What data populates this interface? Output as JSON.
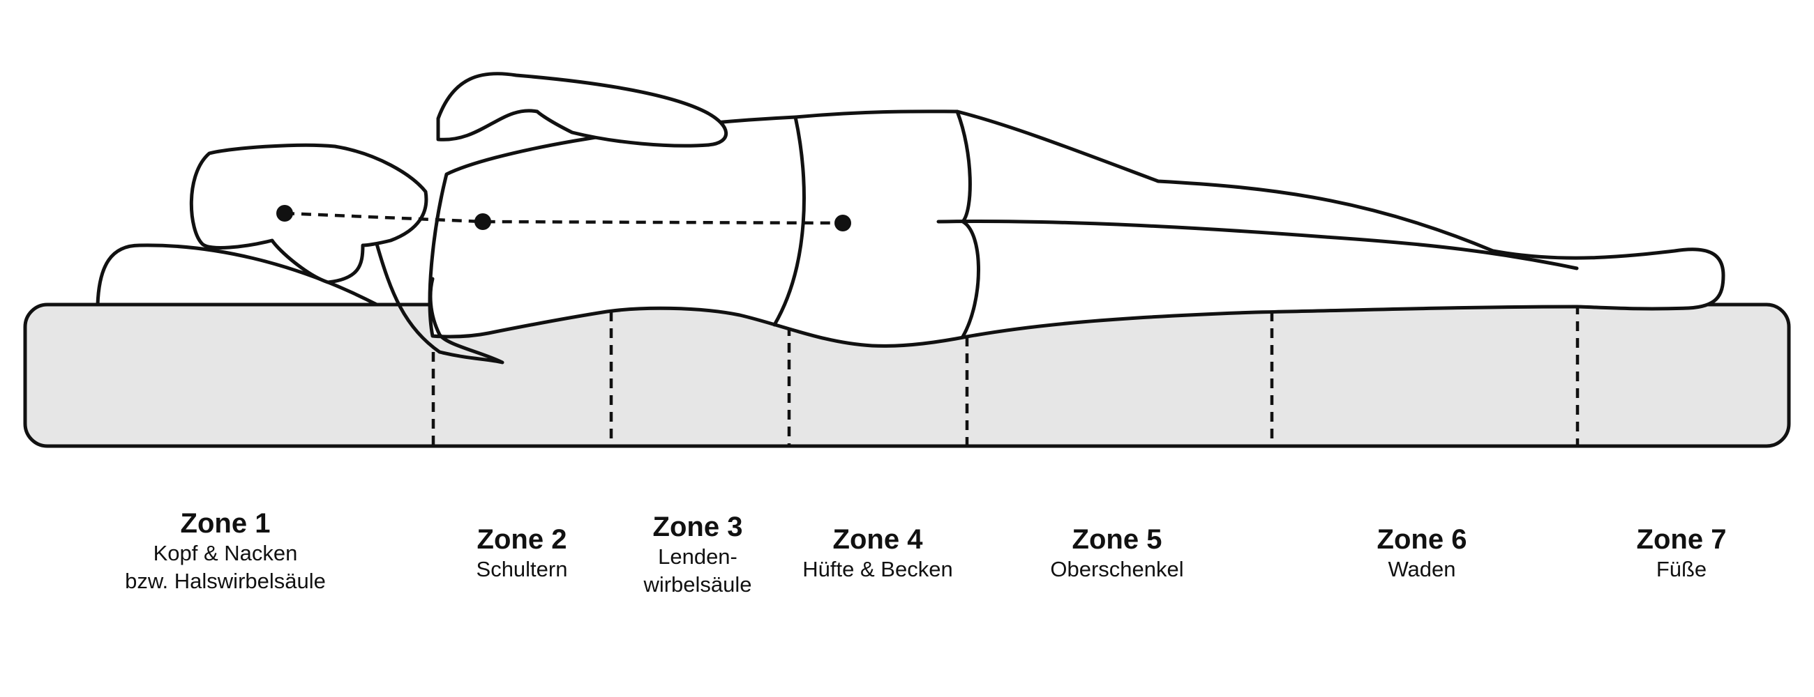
{
  "colors": {
    "mattress_fill": "#e6e6e6",
    "outline": "#111111",
    "background": "#ffffff"
  },
  "zones": [
    {
      "title": "Zone 1",
      "lines": [
        "Kopf & Nacken",
        "bzw. Halswirbelsäule"
      ]
    },
    {
      "title": "Zone 2",
      "lines": [
        "Schultern"
      ]
    },
    {
      "title": "Zone 3",
      "lines": [
        "Lenden-",
        "wirbelsäule"
      ]
    },
    {
      "title": "Zone 4",
      "lines": [
        "Hüfte & Becken"
      ]
    },
    {
      "title": "Zone 5",
      "lines": [
        "Oberschenkel"
      ]
    },
    {
      "title": "Zone 6",
      "lines": [
        "Waden"
      ]
    },
    {
      "title": "Zone 7",
      "lines": [
        "Füße"
      ]
    }
  ]
}
